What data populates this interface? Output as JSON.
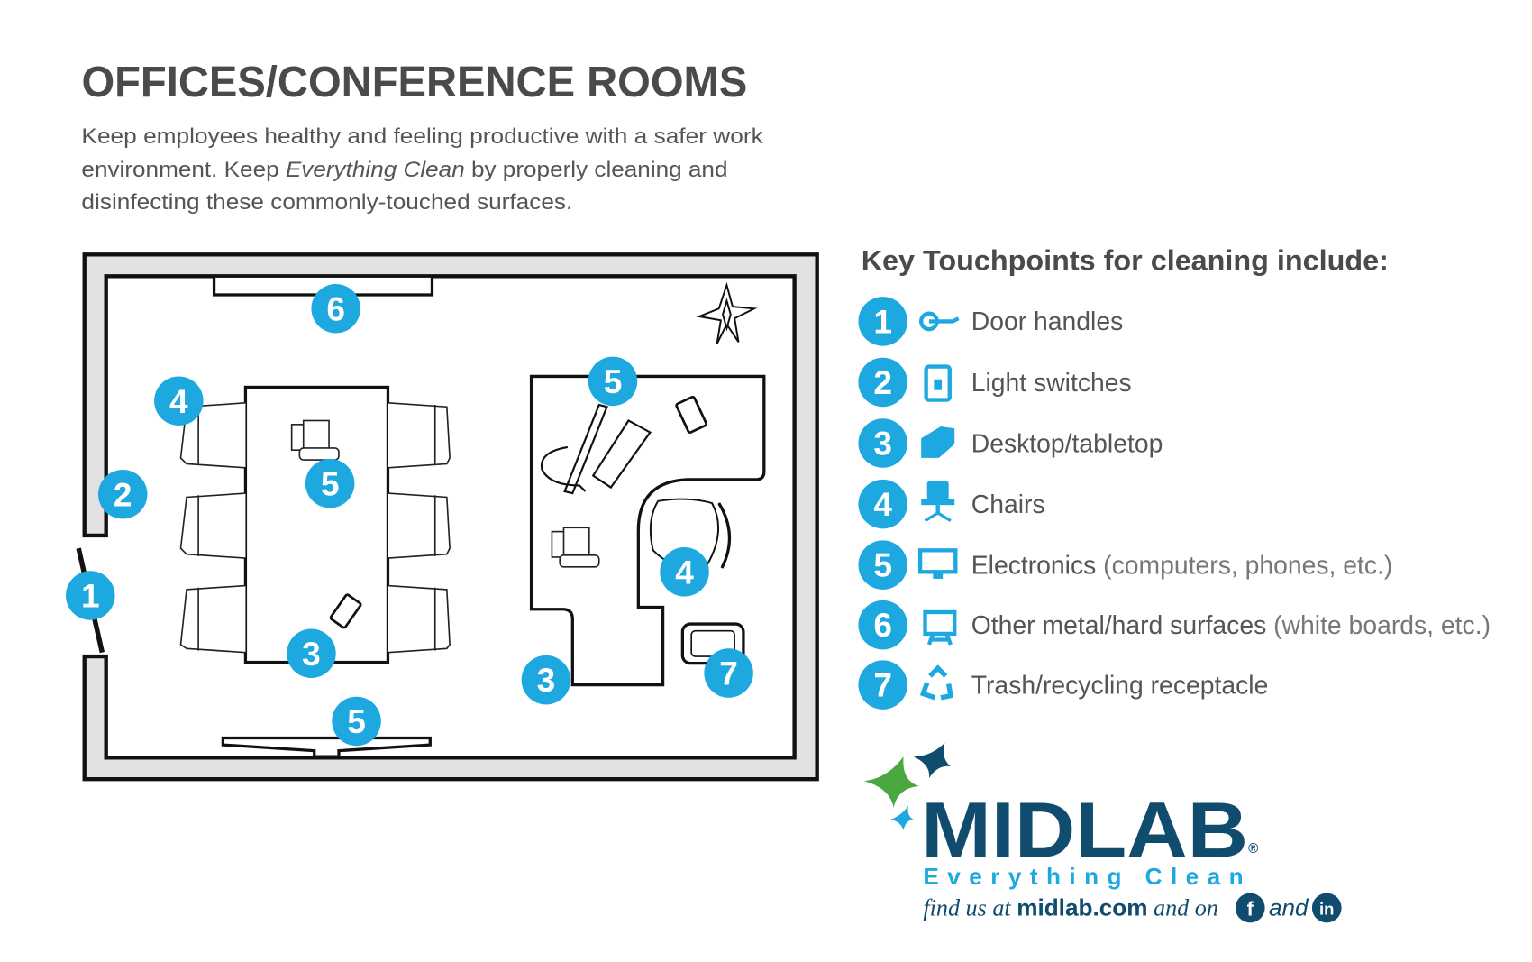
{
  "header": {
    "title": "OFFICES/CONFERENCE ROOMS",
    "intro_line1": "Keep employees healthy and feeling productive with a safer work",
    "intro_line2_a": "environment. Keep ",
    "intro_line2_em": "Everything Clean",
    "intro_line2_b": " by properly cleaning and",
    "intro_line3": "disinfecting these commonly-touched surfaces."
  },
  "floorplan": {
    "badges": [
      "6",
      "4",
      "2",
      "1",
      "5",
      "3",
      "5",
      "5",
      "4",
      "3",
      "7"
    ]
  },
  "key": {
    "heading": "Key Touchpoints for cleaning include:",
    "items": [
      {
        "num": "1",
        "icon": "door-handle-icon",
        "label": "Door handles",
        "note": ""
      },
      {
        "num": "2",
        "icon": "light-switch-icon",
        "label": "Light switches",
        "note": ""
      },
      {
        "num": "3",
        "icon": "desk-icon",
        "label": "Desktop/tabletop",
        "note": ""
      },
      {
        "num": "4",
        "icon": "chair-icon",
        "label": "Chairs",
        "note": ""
      },
      {
        "num": "5",
        "icon": "monitor-icon",
        "label": "Electronics",
        "note": "(computers, phones, etc.)"
      },
      {
        "num": "6",
        "icon": "whiteboard-icon",
        "label": "Other metal/hard surfaces",
        "note": "(white boards, etc.)"
      },
      {
        "num": "7",
        "icon": "recycle-icon",
        "label": "Trash/recycling receptacle",
        "note": ""
      }
    ]
  },
  "logo": {
    "brand": "MIDLAB",
    "tagline": "Everything Clean",
    "find_prefix": "find us at ",
    "site": "midlab.com",
    "and_on": " and on",
    "and": "and",
    "facebook": "f",
    "linkedin": "in"
  },
  "colors": {
    "accent": "#1ea8e0",
    "navy": "#0f4c6e",
    "green": "#4aa83f",
    "text": "#555555"
  }
}
